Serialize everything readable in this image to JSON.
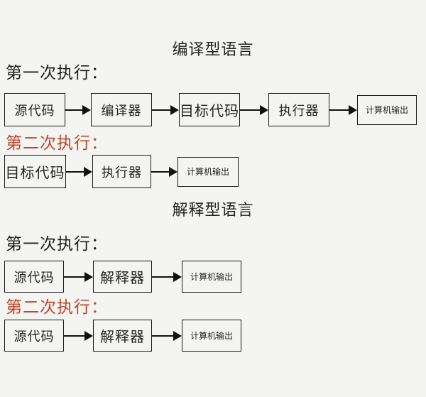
{
  "page": {
    "background_color": "#f4f4f3",
    "text_color": "#242424",
    "highlight_color": "#c1452a"
  },
  "sections": [
    {
      "title": "编译型语言",
      "rows": [
        {
          "label": "第一次执行：",
          "label_color": "#1f1f1f",
          "nodes": [
            "源代码",
            "编译器",
            "目标代码",
            "执行器",
            "计算机输出"
          ]
        },
        {
          "label": "第二次执行：",
          "label_color": "#c1452a",
          "nodes": [
            "目标代码",
            "执行器",
            "计算机输出"
          ]
        }
      ]
    },
    {
      "title": "解释型语言",
      "rows": [
        {
          "label": "第一次执行：",
          "label_color": "#1f1f1f",
          "nodes": [
            "源代码",
            "解释器",
            "计算机输出"
          ]
        },
        {
          "label": "第二次执行：",
          "label_color": "#c1452a",
          "nodes": [
            "源代码",
            "解释器",
            "计算机输出"
          ]
        }
      ]
    }
  ],
  "arrow": {
    "icon": "arrow-right-icon"
  }
}
